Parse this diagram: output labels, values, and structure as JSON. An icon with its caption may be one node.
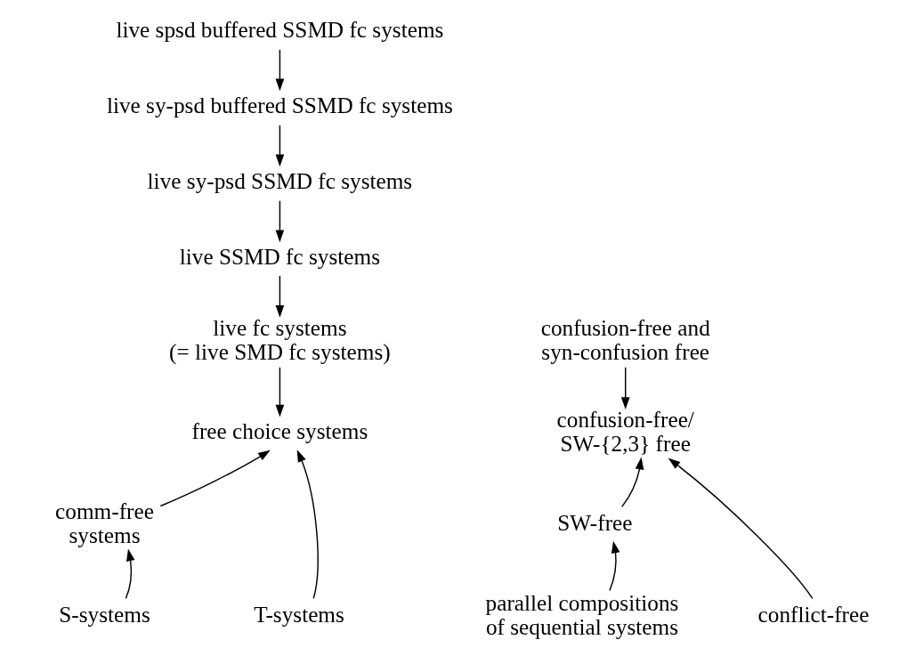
{
  "diagram": {
    "nodes": [
      {
        "text": [
          "live spsd buffered SSMD fc systems"
        ]
      },
      {
        "text": [
          "live sy-psd buffered SSMD fc systems"
        ]
      },
      {
        "text": [
          "live sy-psd SSMD fc systems"
        ]
      },
      {
        "text": [
          "live SSMD fc systems"
        ]
      },
      {
        "text": [
          "live fc systems (= live SMD fc systems)"
        ]
      },
      {
        "text": [
          "free choice systems"
        ]
      },
      {
        "text": [
          "comm-free systems"
        ]
      },
      {
        "text": [
          "S-systems"
        ]
      },
      {
        "text": [
          "T-systems"
        ]
      },
      {
        "text": [
          "confusion-free and syn-confusion free"
        ]
      },
      {
        "text": [
          "confusion-free/ SW-{2,3} free"
        ]
      },
      {
        "text": [
          "SW-free"
        ]
      },
      {
        "text": [
          "parallel compositions of sequential systems"
        ]
      },
      {
        "text": [
          "conflict-free"
        ]
      }
    ],
    "edges": [
      {
        "from": 0,
        "to": 1,
        "arrow": "to"
      },
      {
        "from": 1,
        "to": 2,
        "arrow": "to"
      },
      {
        "from": 2,
        "to": 3,
        "arrow": "to"
      },
      {
        "from": 3,
        "to": 4,
        "arrow": "to"
      },
      {
        "from": 4,
        "to": 5,
        "arrow": "to"
      },
      {
        "from": 6,
        "to": 5,
        "arrow": "to"
      },
      {
        "from": 7,
        "to": 6,
        "arrow": "to"
      },
      {
        "from": 8,
        "to": 5,
        "arrow": "to"
      },
      {
        "from": 9,
        "to": 10,
        "arrow": "to"
      },
      {
        "from": 11,
        "to": 10,
        "arrow": "to"
      },
      {
        "from": 12,
        "to": 11,
        "arrow": "to"
      },
      {
        "from": 13,
        "to": 10,
        "arrow": "to"
      }
    ]
  }
}
